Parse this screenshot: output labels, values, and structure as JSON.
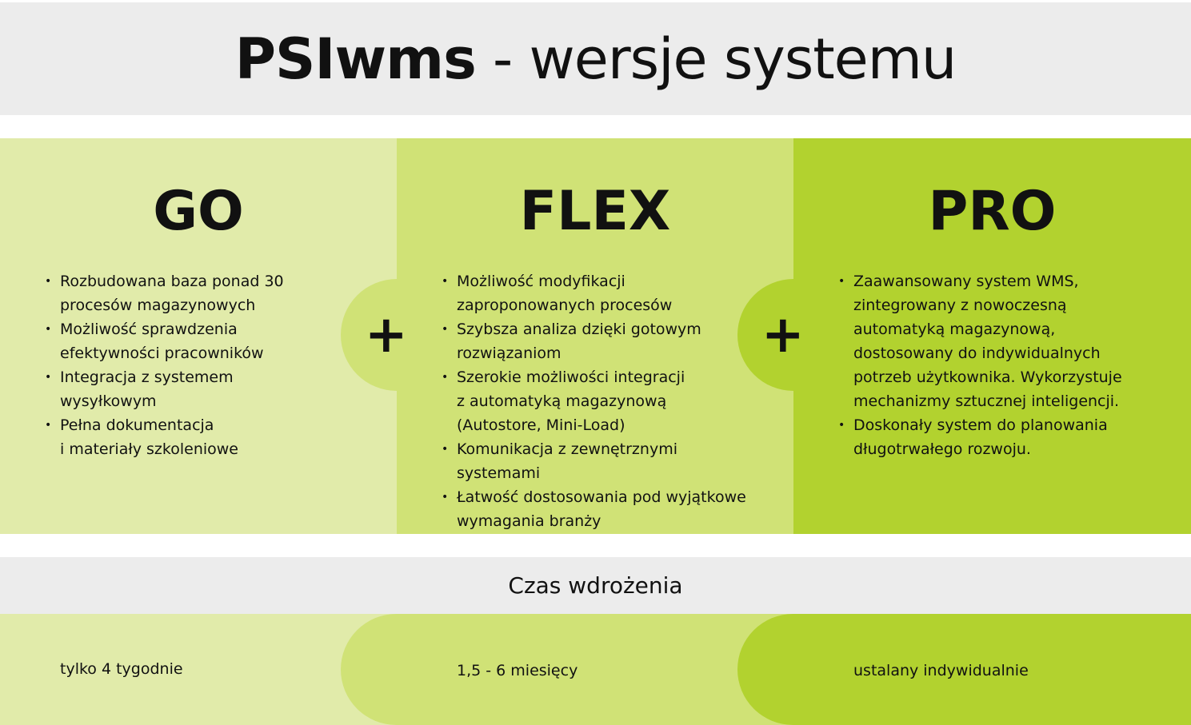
{
  "header": {
    "brand": "PSIwms",
    "rest": " - wersje systemu"
  },
  "colors": {
    "go": "#e1ebaa",
    "flex": "#d0e276",
    "pro": "#b2d22f",
    "header_bg": "#ececec"
  },
  "plus_symbol": "+",
  "versions": [
    {
      "name": "GO",
      "features": [
        "Rozbudowana baza ponad 30\nprocesów magazynowych",
        "Możliwość sprawdzenia\nefektywności pracowników",
        "Integracja z systemem\nwysyłkowym",
        "Pełna dokumentacja\ni materiały szkoleniowe"
      ],
      "deployment": "tylko 4 tygodnie"
    },
    {
      "name": "FLEX",
      "features": [
        "Możliwość modyfikacji\nzaproponowanych procesów",
        "Szybsza analiza dzięki gotowym\nrozwiązaniom",
        "Szerokie możliwości integracji\nz automatyką magazynową\n(Autostore, Mini-Load)",
        "Komunikacja z zewnętrznymi systemami",
        "Łatwość dostosowania pod wyjątkowe\nwymagania branży"
      ],
      "deployment": "1,5 - 6 miesięcy"
    },
    {
      "name": "PRO",
      "features": [
        "Zaawansowany system WMS,\nzintegrowany z nowoczesną\nautomatyką magazynową,\ndostosowany do indywidualnych\npotrzeb użytkownika. Wykorzystuje\nmechanizmy sztucznej inteligencji.",
        "Doskonały system do planowania\ndługotrwałego rozwoju."
      ],
      "deployment": "ustalany indywidualnie"
    }
  ],
  "deployment_label": "Czas wdrożenia"
}
